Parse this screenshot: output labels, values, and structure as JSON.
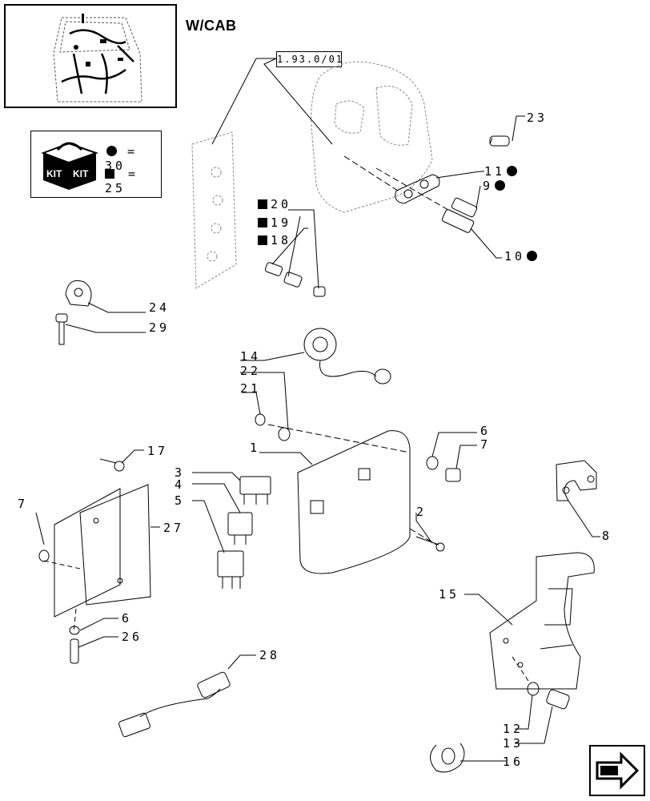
{
  "header": {
    "variant_label": "W/CAB",
    "reference": "1.93.0/01"
  },
  "kit": {
    "kit_text": "KIT",
    "circle_legend": "= 30",
    "square_legend": "= 25"
  },
  "callouts": {
    "p23": "23",
    "p11": "11",
    "p9": "9",
    "p10": "10",
    "p20": "20",
    "p19": "19",
    "p18": "18",
    "p24": "24",
    "p29": "29",
    "p14": "14",
    "p22": "22",
    "p21": "21",
    "p1": "1",
    "p6a": "6",
    "p7a": "7",
    "p17": "17",
    "p3": "3",
    "p4": "4",
    "p5": "5",
    "p7b": "7",
    "p27": "27",
    "p2": "2",
    "p8": "8",
    "p15": "15",
    "p6b": "6",
    "p26": "26",
    "p28": "28",
    "p12": "12",
    "p13": "13",
    "p16": "16"
  },
  "icons": {
    "nav": "next-page-arrow-icon",
    "kit": "kit-box-icon",
    "thumbnail": "tractor-cab-harness-thumbnail"
  }
}
